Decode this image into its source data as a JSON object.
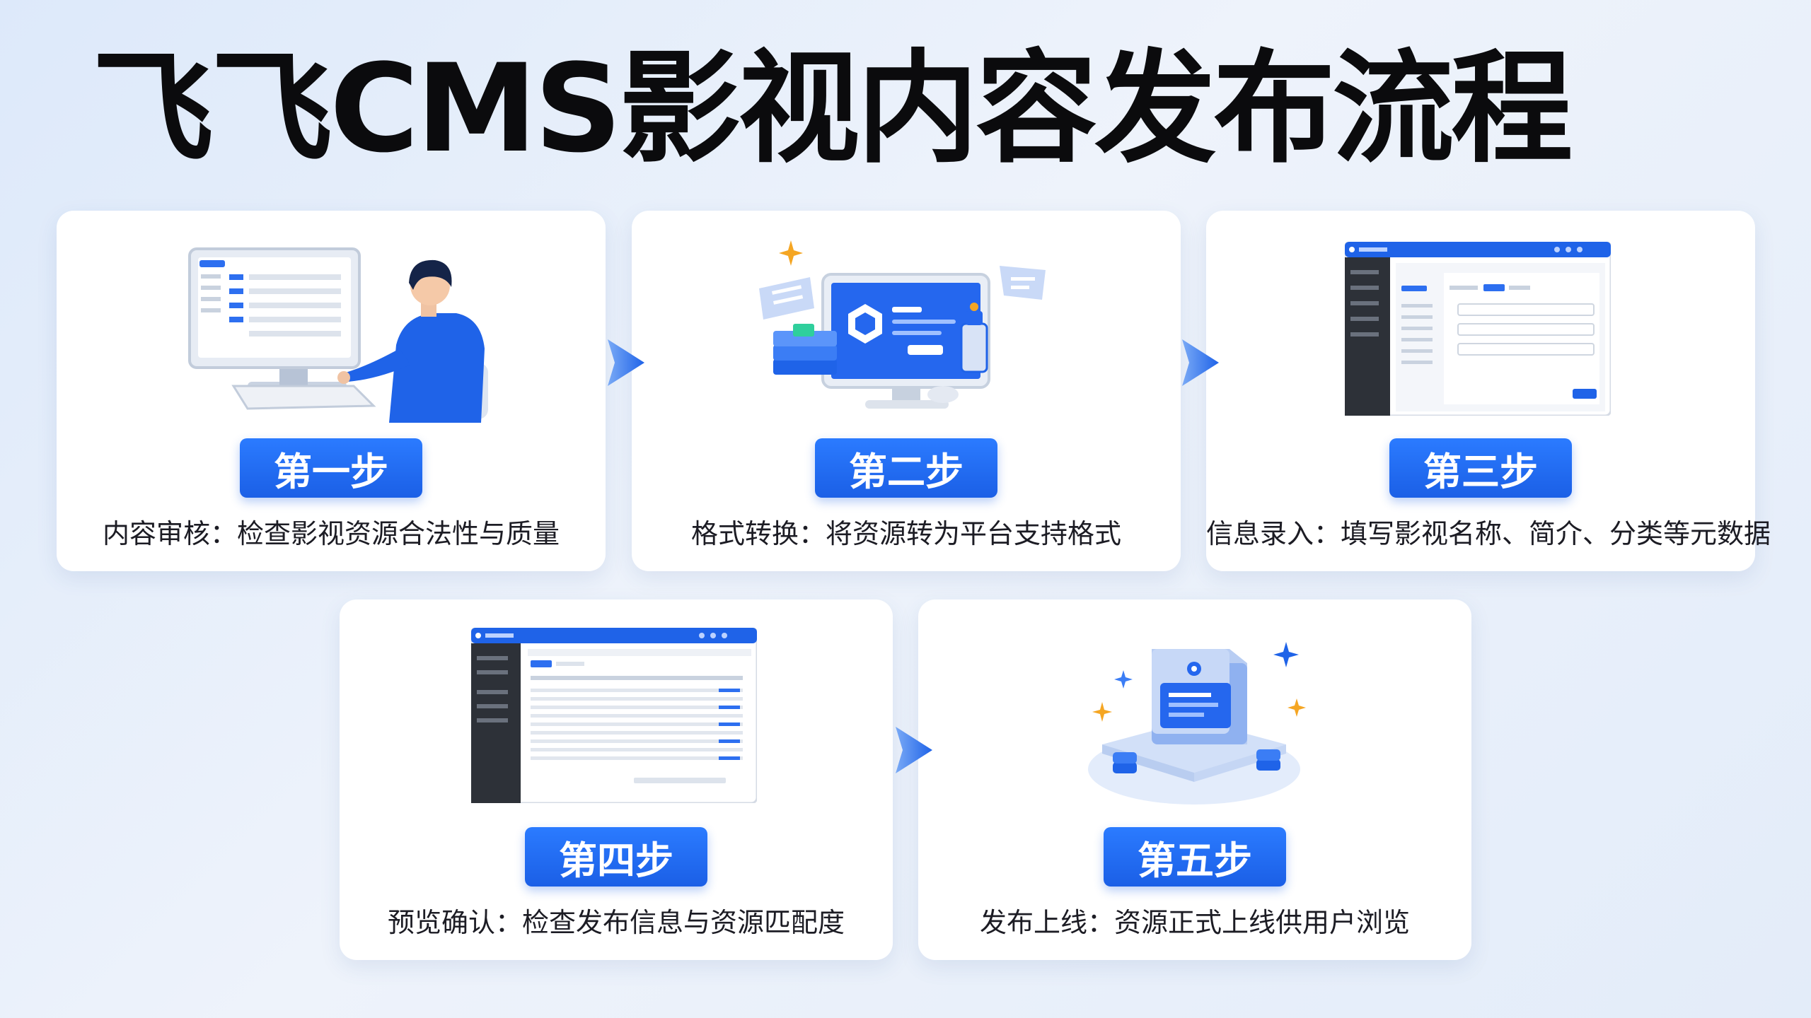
{
  "title": "飞飞CMS影视内容发布流程",
  "steps": [
    {
      "badge": "第一步",
      "desc": "内容审核：检查影视资源合法性与质量"
    },
    {
      "badge": "第二步",
      "desc": "格式转换：将资源转为平台支持格式"
    },
    {
      "badge": "第三步",
      "desc": "信息录入：填写影视名称、简介、分类等元数据"
    },
    {
      "badge": "第四步",
      "desc": "预览确认：检查发布信息与资源匹配度"
    },
    {
      "badge": "第五步",
      "desc": "发布上线：资源正式上线供用户浏览"
    }
  ],
  "icons": {
    "step1": "person-at-computer-icon",
    "step2": "format-conversion-icon",
    "step3": "info-form-screenshot-icon",
    "step4": "preview-table-screenshot-icon",
    "step5": "publish-server-icon",
    "arrow": "arrow-right-icon"
  },
  "colors": {
    "accent": "#1b5fe6",
    "dark": "#2d3138"
  }
}
